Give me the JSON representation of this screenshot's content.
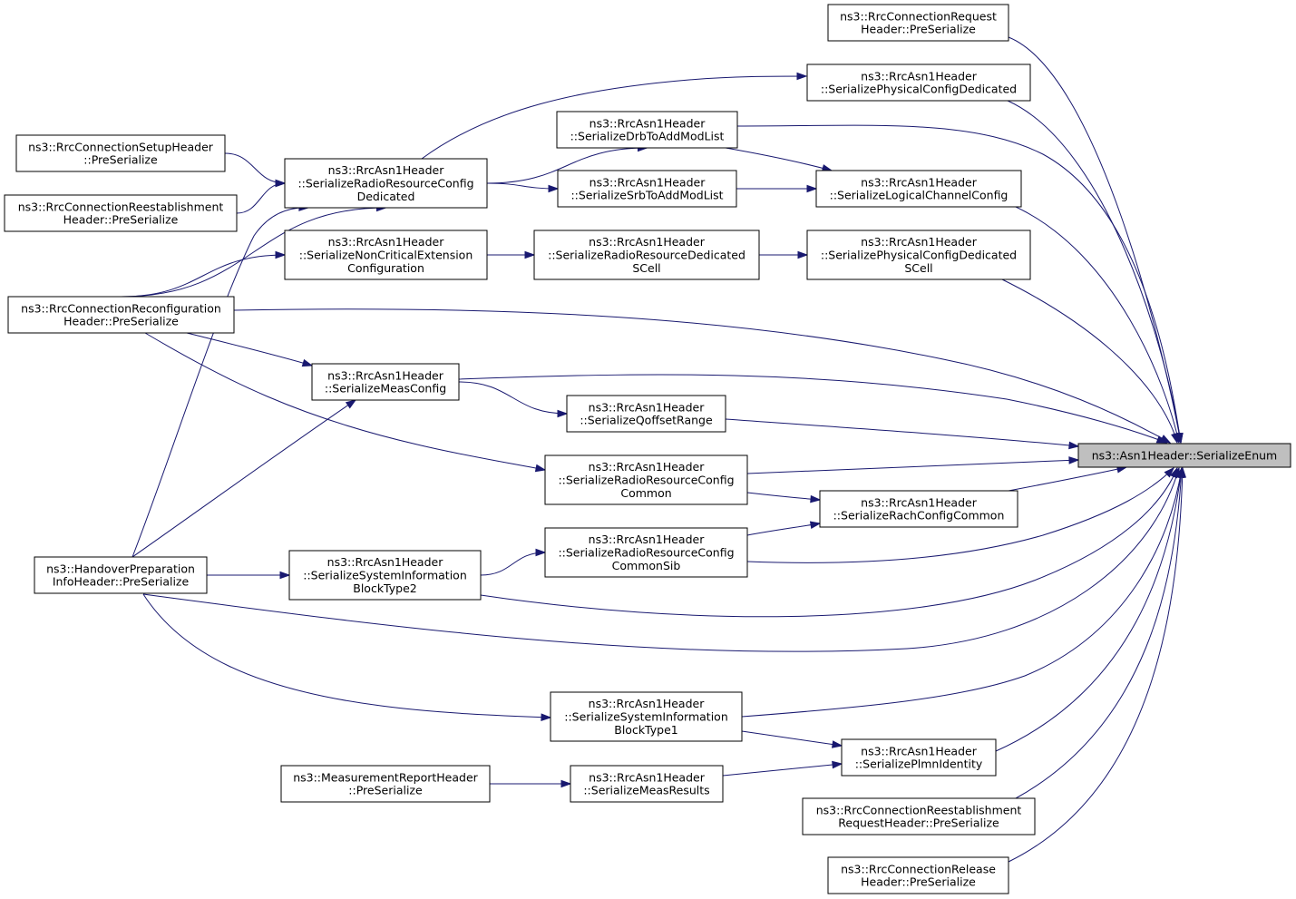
{
  "diagram": {
    "colors": {
      "edge": "#191970",
      "target_fill": "#bfbfbf",
      "node_fill": "#ffffff",
      "node_border": "#000000"
    },
    "nodes": {
      "target": [
        "ns3::Asn1Header::SerializeEnum"
      ],
      "rrc_conn_request": [
        "ns3::RrcConnectionRequest",
        "Header::PreSerialize"
      ],
      "phys_cfg_ded": [
        "ns3::RrcAsn1Header",
        "::SerializePhysicalConfigDedicated"
      ],
      "drb_to_add": [
        "ns3::RrcAsn1Header",
        "::SerializeDrbToAddModList"
      ],
      "srb_to_add": [
        "ns3::RrcAsn1Header",
        "::SerializeSrbToAddModList"
      ],
      "logical_ch": [
        "ns3::RrcAsn1Header",
        "::SerializeLogicalChannelConfig"
      ],
      "rr_ded_scell": [
        "ns3::RrcAsn1Header",
        "::SerializeRadioResourceDedicated",
        "SCell"
      ],
      "phys_cfg_ded_scell": [
        "ns3::RrcAsn1Header",
        "::SerializePhysicalConfigDedicated",
        "SCell"
      ],
      "setup_pre": [
        "ns3::RrcConnectionSetupHeader",
        "::PreSerialize"
      ],
      "reest_pre": [
        "ns3::RrcConnectionReestablishment",
        "Header::PreSerialize"
      ],
      "rr_cfg_ded": [
        "ns3::RrcAsn1Header",
        "::SerializeRadioResourceConfig",
        "Dedicated"
      ],
      "non_crit": [
        "ns3::RrcAsn1Header",
        "::SerializeNonCriticalExtension",
        "Configuration"
      ],
      "reconf_pre": [
        "ns3::RrcConnectionReconfiguration",
        "Header::PreSerialize"
      ],
      "meas_cfg": [
        "ns3::RrcAsn1Header",
        "::SerializeMeasConfig"
      ],
      "qoffset": [
        "ns3::RrcAsn1Header",
        "::SerializeQoffsetRange"
      ],
      "rr_cfg_common": [
        "ns3::RrcAsn1Header",
        "::SerializeRadioResourceConfig",
        "Common"
      ],
      "rach_common": [
        "ns3::RrcAsn1Header",
        "::SerializeRachConfigCommon"
      ],
      "rr_cfg_common_sib": [
        "ns3::RrcAsn1Header",
        "::SerializeRadioResourceConfig",
        "CommonSib"
      ],
      "handover_pre": [
        "ns3::HandoverPreparation",
        "InfoHeader::PreSerialize"
      ],
      "sib2": [
        "ns3::RrcAsn1Header",
        "::SerializeSystemInformation",
        "BlockType2"
      ],
      "sib1": [
        "ns3::RrcAsn1Header",
        "::SerializeSystemInformation",
        "BlockType1"
      ],
      "plmn": [
        "ns3::RrcAsn1Header",
        "::SerializePlmnIdentity"
      ],
      "meas_report_pre": [
        "ns3::MeasurementReportHeader",
        "::PreSerialize"
      ],
      "meas_results": [
        "ns3::RrcAsn1Header",
        "::SerializeMeasResults"
      ],
      "reest_req_pre": [
        "ns3::RrcConnectionReestablishment",
        "RequestHeader::PreSerialize"
      ],
      "release_pre": [
        "ns3::RrcConnectionRelease",
        "Header::PreSerialize"
      ]
    },
    "edges": [
      [
        "rrc_conn_request",
        "target"
      ],
      [
        "phys_cfg_ded",
        "target"
      ],
      [
        "drb_to_add",
        "target"
      ],
      [
        "logical_ch",
        "target"
      ],
      [
        "phys_cfg_ded_scell",
        "target"
      ],
      [
        "reconf_pre",
        "target"
      ],
      [
        "meas_cfg",
        "target"
      ],
      [
        "qoffset",
        "target"
      ],
      [
        "rr_cfg_common",
        "target"
      ],
      [
        "rach_common",
        "target"
      ],
      [
        "rr_cfg_common_sib",
        "target"
      ],
      [
        "sib2",
        "target"
      ],
      [
        "handover_pre",
        "target"
      ],
      [
        "sib1",
        "target"
      ],
      [
        "plmn",
        "target"
      ],
      [
        "reest_req_pre",
        "target"
      ],
      [
        "release_pre",
        "target"
      ],
      [
        "rr_cfg_ded",
        "phys_cfg_ded"
      ],
      [
        "rr_cfg_ded",
        "drb_to_add"
      ],
      [
        "rr_cfg_ded",
        "srb_to_add"
      ],
      [
        "drb_to_add",
        "logical_ch"
      ],
      [
        "srb_to_add",
        "logical_ch"
      ],
      [
        "setup_pre",
        "rr_cfg_ded"
      ],
      [
        "reest_pre",
        "rr_cfg_ded"
      ],
      [
        "reconf_pre",
        "rr_cfg_ded"
      ],
      [
        "handover_pre",
        "rr_cfg_ded"
      ],
      [
        "reconf_pre",
        "non_crit"
      ],
      [
        "non_crit",
        "rr_ded_scell"
      ],
      [
        "rr_ded_scell",
        "phys_cfg_ded_scell"
      ],
      [
        "reconf_pre",
        "meas_cfg"
      ],
      [
        "handover_pre",
        "meas_cfg"
      ],
      [
        "meas_cfg",
        "qoffset"
      ],
      [
        "reconf_pre",
        "rr_cfg_common"
      ],
      [
        "rr_cfg_common",
        "rach_common"
      ],
      [
        "rr_cfg_common_sib",
        "rach_common"
      ],
      [
        "sib2",
        "rr_cfg_common_sib"
      ],
      [
        "handover_pre",
        "sib2"
      ],
      [
        "handover_pre",
        "sib1"
      ],
      [
        "sib1",
        "plmn"
      ],
      [
        "meas_results",
        "plmn"
      ],
      [
        "meas_report_pre",
        "meas_results"
      ]
    ]
  }
}
